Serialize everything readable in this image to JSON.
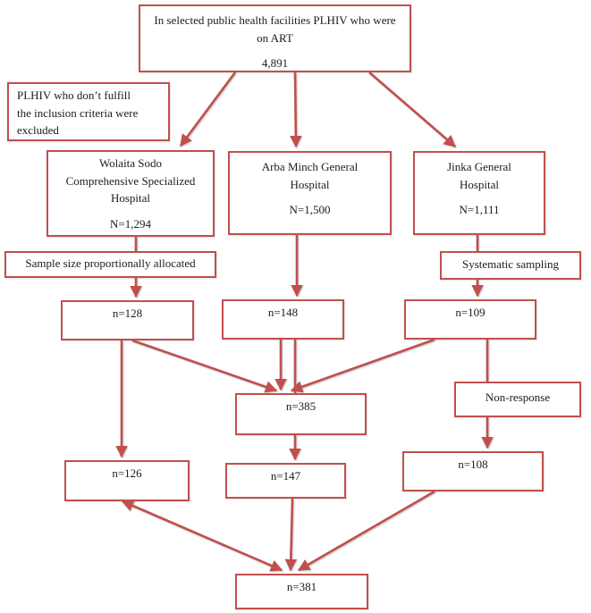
{
  "figure": {
    "type": "sampling-procedure-flowchart",
    "accent_color": "#c0504d",
    "text_color": "#1c1c1c",
    "nodes": {
      "source": {
        "line1": "In selected public health facilities PLHIV who were",
        "line2": "on ART",
        "value": "4,891"
      },
      "exclusion": {
        "line1": "PLHIV who don’t fulfill",
        "line2": "the inclusion criteria were",
        "line3": "excluded"
      },
      "wolaita": {
        "line1": "Wolaita Sodo",
        "line2": "Comprehensive Specialized",
        "line3": "Hospital",
        "value": "N=1,294"
      },
      "arba": {
        "line1": "Arba Minch General",
        "line2": "Hospital",
        "value": "N=1,500"
      },
      "jinka": {
        "line1": "Jinka General",
        "line2": "Hospital",
        "value": "N=1,111"
      },
      "allocation_label": "Sample size proportionally allocated",
      "sampling_label": "Systematic sampling",
      "sample_wolaita": "n=128",
      "sample_arba": "n=148",
      "sample_jinka": "n=109",
      "total_sample": "n=385",
      "nonresponse_label": "Non-response",
      "respondents_wolaita": "n=126",
      "respondents_arba": "n=147",
      "respondents_jinka": "n=108",
      "final_total": "n=381"
    }
  }
}
